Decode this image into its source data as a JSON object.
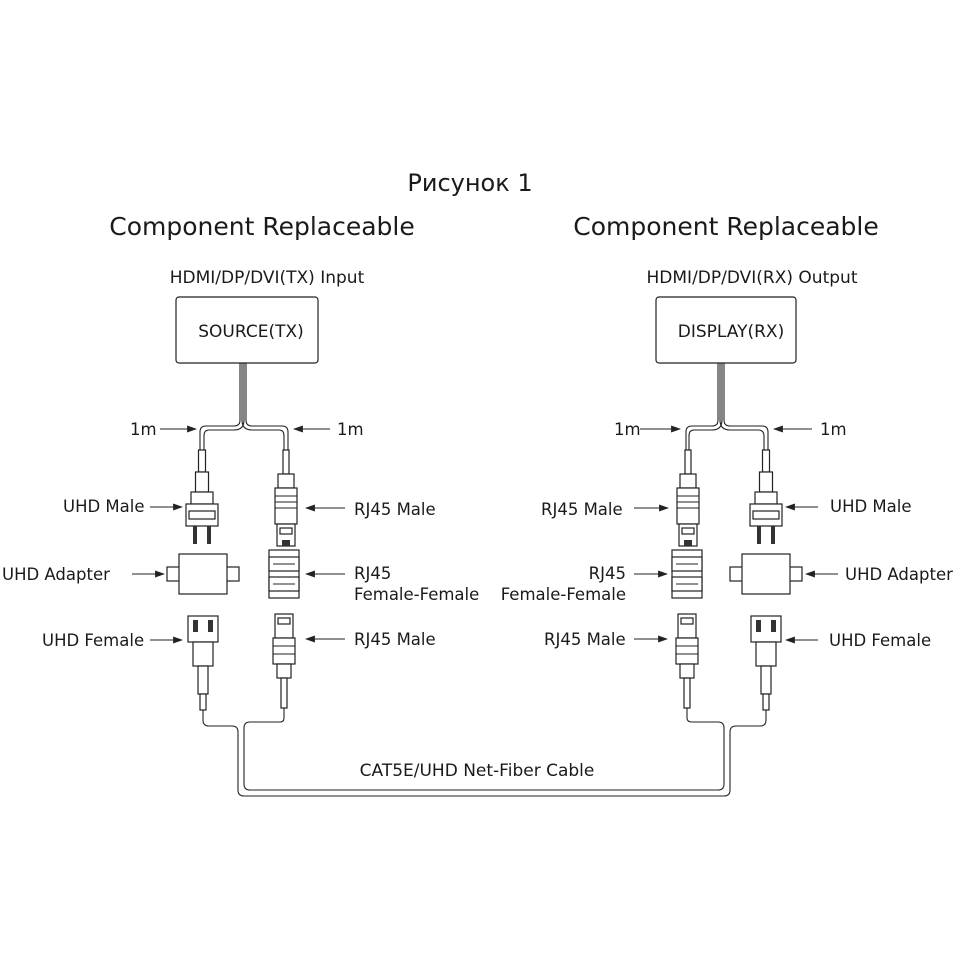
{
  "figure_title": "Рисунок 1",
  "left": {
    "heading": "Component Replaceable",
    "subheading": "HDMI/DP/DVI(TX)  Input",
    "box_label": "SOURCE(TX)",
    "len_left": "1m",
    "len_right": "1m",
    "uhd_male": "UHD Male",
    "rj45_male_top": "RJ45 Male",
    "uhd_adapter": "UHD Adapter",
    "rj45_ff_line1": "RJ45",
    "rj45_ff_line2": "Female-Female",
    "uhd_female": "UHD Female",
    "rj45_male_bottom": "RJ45 Male"
  },
  "right": {
    "heading": "Component Replaceable",
    "subheading": "HDMI/DP/DVI(RX) Output",
    "box_label": "DISPLAY(RX)",
    "len_left": "1m",
    "len_right": "1m",
    "rj45_male_top": "RJ45 Male",
    "uhd_male": "UHD Male",
    "rj45_ff_line1": "RJ45",
    "rj45_ff_line2": "Female-Female",
    "uhd_adapter": "UHD Adapter",
    "rj45_male_bottom": "RJ45 Male",
    "uhd_female": "UHD Female"
  },
  "cable_label": "CAT5E/UHD Net-Fiber Cable"
}
